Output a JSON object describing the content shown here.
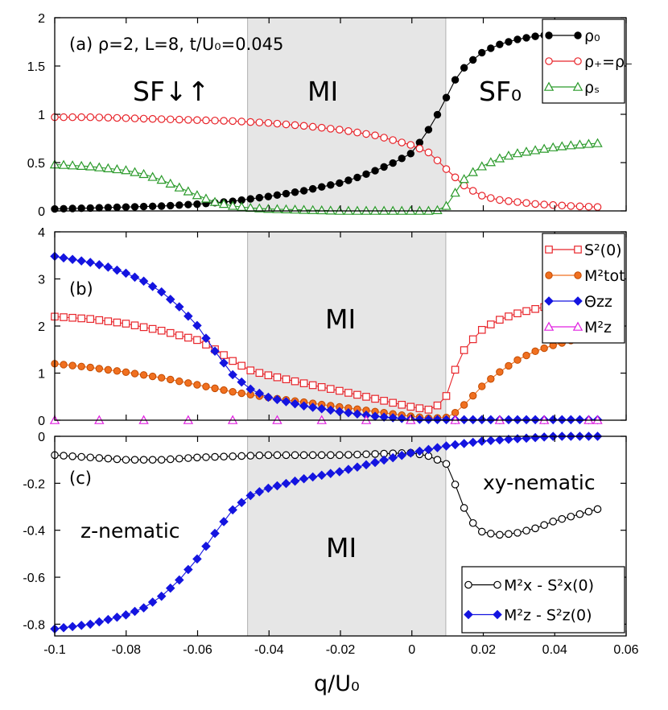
{
  "chart_data": [
    {
      "type": "line",
      "panel": "a",
      "annotation": "(a) ρ=2, L=8, t/U₀=0.045",
      "region_labels": [
        "SF↓↑",
        "MI",
        "SF₀"
      ],
      "shaded_band_x": [
        -0.046,
        0.0095
      ],
      "ylim": [
        0,
        2
      ],
      "yticks": [
        "0",
        "0.5",
        "1",
        "1.5",
        "2"
      ],
      "legend_position": "top-right",
      "series": [
        {
          "name": "ρ₀",
          "color": "#000000",
          "marker": "filled-circle",
          "x": [
            -0.1,
            -0.09,
            -0.08,
            -0.07,
            -0.06,
            -0.05,
            -0.04,
            -0.03,
            -0.02,
            -0.015,
            -0.01,
            -0.005,
            0,
            0.004,
            0.008,
            0.01,
            0.012,
            0.015,
            0.02,
            0.025,
            0.03,
            0.035,
            0.04,
            0.045,
            0.052
          ],
          "y": [
            0.02,
            0.03,
            0.04,
            0.05,
            0.07,
            0.1,
            0.15,
            0.21,
            0.29,
            0.35,
            0.42,
            0.5,
            0.6,
            0.8,
            1.05,
            1.2,
            1.35,
            1.5,
            1.65,
            1.73,
            1.78,
            1.81,
            1.83,
            1.84,
            1.85
          ]
        },
        {
          "name": "ρ₊=ρ₋",
          "color": "#e8242a",
          "marker": "open-circle",
          "x": [
            -0.1,
            -0.09,
            -0.08,
            -0.07,
            -0.06,
            -0.05,
            -0.04,
            -0.03,
            -0.02,
            -0.01,
            0,
            0.005,
            0.01,
            0.015,
            0.02,
            0.025,
            0.03,
            0.035,
            0.04,
            0.045,
            0.052
          ],
          "y": [
            0.97,
            0.97,
            0.96,
            0.95,
            0.94,
            0.93,
            0.91,
            0.88,
            0.84,
            0.78,
            0.68,
            0.6,
            0.42,
            0.25,
            0.15,
            0.11,
            0.09,
            0.07,
            0.06,
            0.05,
            0.04
          ]
        },
        {
          "name": "ρₛ",
          "color": "#2a9a2a",
          "marker": "open-triangle",
          "x": [
            -0.1,
            -0.09,
            -0.08,
            -0.075,
            -0.07,
            -0.065,
            -0.06,
            -0.055,
            -0.05,
            -0.045,
            -0.04,
            -0.03,
            -0.02,
            -0.01,
            0,
            0.005,
            0.008,
            0.01,
            0.012,
            0.015,
            0.02,
            0.025,
            0.03,
            0.035,
            0.04,
            0.045,
            0.052
          ],
          "y": [
            0.48,
            0.46,
            0.42,
            0.38,
            0.32,
            0.24,
            0.16,
            0.09,
            0.05,
            0.03,
            0.02,
            0.01,
            0.0,
            0.0,
            0.0,
            0.0,
            0.01,
            0.06,
            0.18,
            0.35,
            0.47,
            0.55,
            0.6,
            0.63,
            0.66,
            0.68,
            0.7
          ]
        }
      ]
    },
    {
      "type": "line",
      "panel": "b",
      "annotation": "(b)",
      "region_labels": [
        "MI"
      ],
      "shaded_band_x": [
        -0.046,
        0.0095
      ],
      "ylim": [
        0,
        4
      ],
      "yticks": [
        "0",
        "1",
        "2",
        "3",
        "4"
      ],
      "legend_position": "top-right",
      "series": [
        {
          "name": "S²(0)",
          "color": "#e8242a",
          "marker": "open-square",
          "x": [
            -0.1,
            -0.09,
            -0.08,
            -0.07,
            -0.06,
            -0.055,
            -0.05,
            -0.045,
            -0.04,
            -0.03,
            -0.02,
            -0.01,
            0,
            0.005,
            0.008,
            0.01,
            0.012,
            0.015,
            0.02,
            0.025,
            0.03,
            0.035,
            0.04,
            0.045,
            0.052
          ],
          "y": [
            2.2,
            2.15,
            2.05,
            1.9,
            1.7,
            1.5,
            1.25,
            1.05,
            0.95,
            0.78,
            0.62,
            0.45,
            0.28,
            0.22,
            0.35,
            0.55,
            1.05,
            1.55,
            1.95,
            2.15,
            2.28,
            2.37,
            2.45,
            2.5,
            2.56
          ]
        },
        {
          "name": "M²tot",
          "color": "#f07020",
          "marker": "filled-circle-orange",
          "x": [
            -0.1,
            -0.09,
            -0.08,
            -0.07,
            -0.06,
            -0.05,
            -0.04,
            -0.03,
            -0.02,
            -0.01,
            0,
            0.005,
            0.01,
            0.012,
            0.015,
            0.02,
            0.025,
            0.03,
            0.035,
            0.04,
            0.045,
            0.052
          ],
          "y": [
            1.2,
            1.12,
            1.02,
            0.9,
            0.75,
            0.6,
            0.48,
            0.38,
            0.28,
            0.18,
            0.08,
            0.04,
            0.06,
            0.15,
            0.35,
            0.75,
            1.05,
            1.3,
            1.48,
            1.6,
            1.7,
            1.8
          ]
        },
        {
          "name": "Θzz",
          "color": "#1414e0",
          "marker": "filled-diamond",
          "x": [
            -0.1,
            -0.09,
            -0.085,
            -0.08,
            -0.075,
            -0.07,
            -0.065,
            -0.06,
            -0.055,
            -0.05,
            -0.045,
            -0.04,
            -0.03,
            -0.02,
            -0.01,
            0,
            0.01,
            0.02,
            0.03,
            0.04,
            0.052
          ],
          "y": [
            3.48,
            3.35,
            3.25,
            3.12,
            2.95,
            2.72,
            2.4,
            2.0,
            1.45,
            0.95,
            0.65,
            0.48,
            0.3,
            0.18,
            0.08,
            0.02,
            0.01,
            0.01,
            0.01,
            0.01,
            0.01
          ]
        },
        {
          "name": "M²z",
          "color": "#e020e0",
          "marker": "open-triangle",
          "x": [
            -0.1,
            0.052
          ],
          "y": [
            0.0,
            0.0
          ]
        }
      ]
    },
    {
      "type": "line",
      "panel": "c",
      "annotation": "(c)",
      "region_labels": [
        "z-nematic",
        "MI",
        "xy-nematic"
      ],
      "shaded_band_x": [
        -0.046,
        0.0095
      ],
      "xlim": [
        -0.1,
        0.06
      ],
      "ylim": [
        -0.85,
        0
      ],
      "xticks": [
        "-0.1",
        "-0.08",
        "-0.06",
        "-0.04",
        "-0.02",
        "0",
        "0.02",
        "0.04",
        "0.06"
      ],
      "yticks": [
        "0",
        "-0.2",
        "-0.4",
        "-0.6",
        "-0.8"
      ],
      "xlabel": "q/U₀",
      "legend_position": "bottom-right",
      "series": [
        {
          "name": "M²x - S²x(0)",
          "color": "#000000",
          "marker": "open-circle",
          "x": [
            -0.1,
            -0.09,
            -0.08,
            -0.07,
            -0.06,
            -0.05,
            -0.04,
            -0.03,
            -0.02,
            -0.01,
            0,
            0.005,
            0.01,
            0.012,
            0.015,
            0.018,
            0.02,
            0.025,
            0.03,
            0.035,
            0.04,
            0.045,
            0.052
          ],
          "y": [
            -0.08,
            -0.09,
            -0.1,
            -0.1,
            -0.09,
            -0.085,
            -0.08,
            -0.08,
            -0.08,
            -0.075,
            -0.07,
            -0.085,
            -0.12,
            -0.2,
            -0.32,
            -0.39,
            -0.41,
            -0.42,
            -0.41,
            -0.39,
            -0.36,
            -0.34,
            -0.31
          ]
        },
        {
          "name": "M²z - S²z(0)",
          "color": "#1414e0",
          "marker": "filled-diamond",
          "x": [
            -0.1,
            -0.09,
            -0.08,
            -0.075,
            -0.07,
            -0.065,
            -0.06,
            -0.055,
            -0.05,
            -0.045,
            -0.04,
            -0.03,
            -0.02,
            -0.01,
            0,
            0.01,
            0.02,
            0.03,
            0.04,
            0.052
          ],
          "y": [
            -0.82,
            -0.8,
            -0.76,
            -0.73,
            -0.68,
            -0.61,
            -0.52,
            -0.41,
            -0.31,
            -0.25,
            -0.22,
            -0.18,
            -0.15,
            -0.11,
            -0.07,
            -0.04,
            -0.02,
            -0.01,
            0.0,
            0.0
          ]
        }
      ]
    }
  ]
}
